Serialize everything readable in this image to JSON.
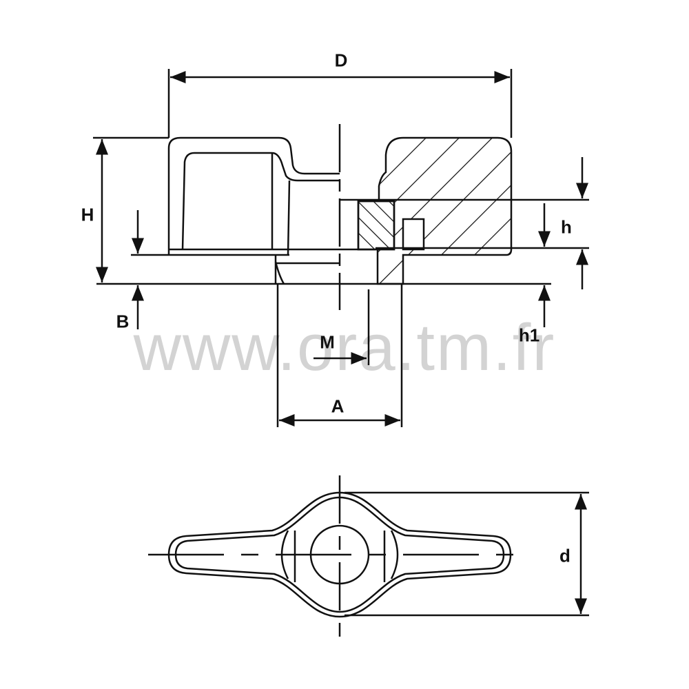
{
  "watermark": "www.ora.tm.fr",
  "labels": {
    "D": "D",
    "H": "H",
    "B": "B",
    "h": "h",
    "h1": "h1",
    "M": "M",
    "A": "A",
    "d": "d"
  },
  "colors": {
    "line": "#111111",
    "background": "#ffffff"
  }
}
